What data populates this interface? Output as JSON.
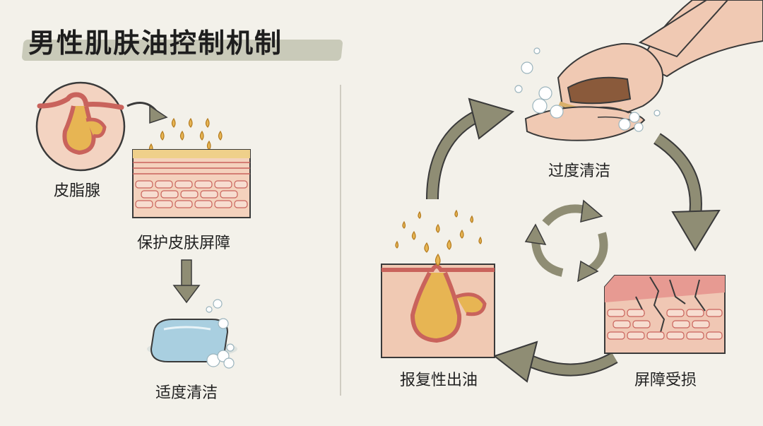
{
  "title": "男性肌肤油控制机制",
  "left_panel": {
    "gland_label": "皮脂腺",
    "barrier_label": "保护皮肤屏障",
    "cleanse_label": "适度清洁"
  },
  "right_panel": {
    "over_cleanse_label": "过度清洁",
    "damage_label": "屏障受损",
    "rebound_label": "报复性出油"
  },
  "colors": {
    "background": "#f3f1ea",
    "arrow": "#8f8d74",
    "oil": "#e7b553",
    "skin": "#f0c9b3",
    "gland_outline": "#c9635c",
    "damaged": "#e79a92",
    "soap": "#a9cfe0"
  }
}
